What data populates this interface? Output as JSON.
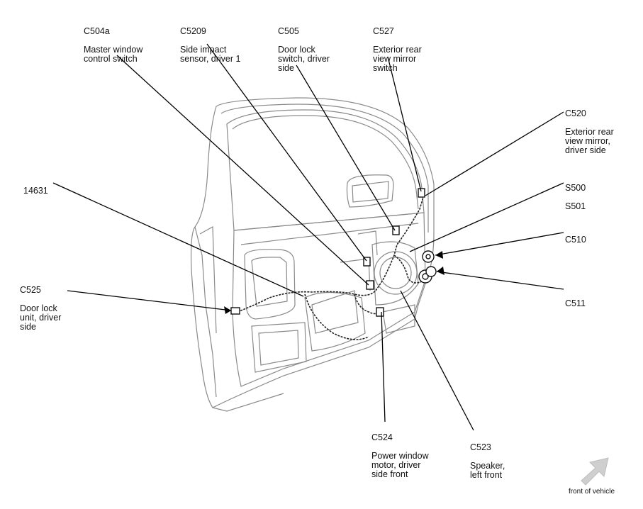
{
  "callouts": [
    {
      "id": "c504a",
      "code": "C504a",
      "desc": "Master window\ncontrol switch"
    },
    {
      "id": "c5209",
      "code": "C5209",
      "desc": "Side impact\nsensor, driver 1"
    },
    {
      "id": "c505",
      "code": "C505",
      "desc": "Door lock\nswitch, driver\nside"
    },
    {
      "id": "c527",
      "code": "C527",
      "desc": "Exterior rear\nview mirror\nswitch"
    },
    {
      "id": "c520",
      "code": "C520",
      "desc": "Exterior rear\nview mirror,\ndriver side"
    },
    {
      "id": "s500",
      "code": "S500",
      "desc": "S501"
    },
    {
      "id": "c510",
      "code": "C510",
      "desc": ""
    },
    {
      "id": "c511",
      "code": "C511",
      "desc": ""
    },
    {
      "id": "h14631",
      "code": "14631",
      "desc": ""
    },
    {
      "id": "c525",
      "code": "C525",
      "desc": "Door lock\nunit, driver\nside"
    },
    {
      "id": "c524",
      "code": "C524",
      "desc": "Power window\nmotor, driver\nside front"
    },
    {
      "id": "c523",
      "code": "C523",
      "desc": "Speaker,\nleft front"
    }
  ],
  "orientation": {
    "label": "front of vehicle",
    "icon": "arrow-up-right-icon"
  },
  "colors": {
    "line": "#000000",
    "door_outline": "#888888",
    "arrow_fill": "#cfcfcf"
  }
}
